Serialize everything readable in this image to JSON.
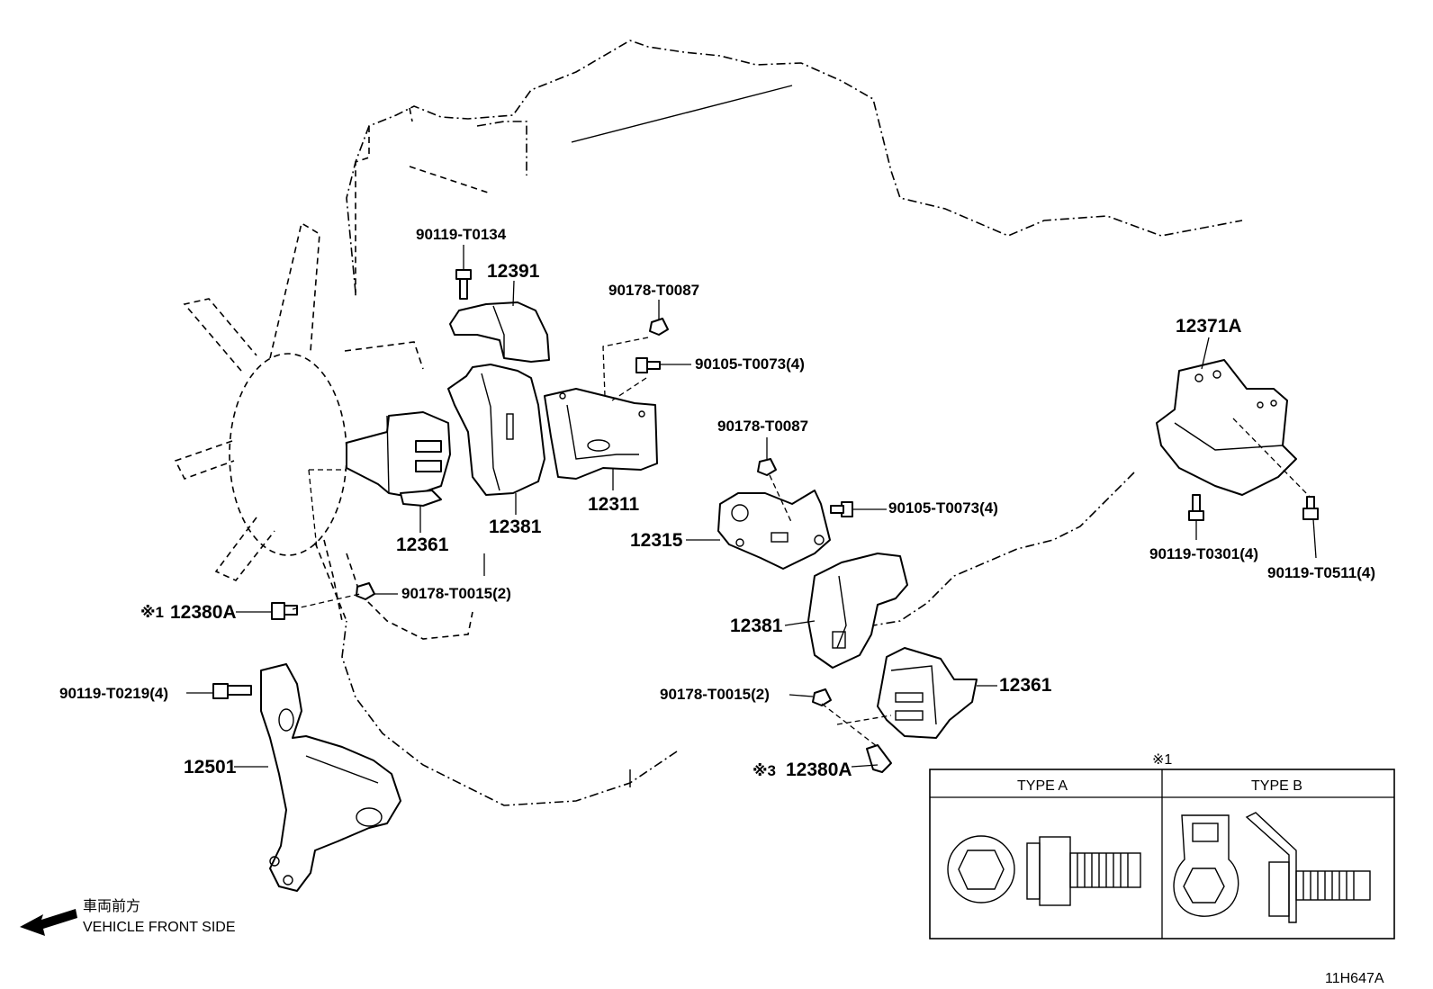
{
  "labels": {
    "bolt_top": "90119-T0134",
    "part_12391": "12391",
    "nut_top": "90178-T0087",
    "bolt_top_right": "90105-T0073(4)",
    "part_12361_left": "12361",
    "part_12381_left": "12381",
    "part_12311": "12311",
    "nut_mid": "90178-T0087",
    "bolt_mid": "90105-T0073(4)",
    "part_12315": "12315",
    "part_12381_right": "12381",
    "part_12361_right": "12361",
    "nut_left": "90178-T0015(2)",
    "stud_left_mark": "※1",
    "stud_left": "12380A",
    "bolt_left": "90119-T0219(4)",
    "part_12501": "12501",
    "nut_right": "90178-T0015(2)",
    "stud_right_mark": "※3",
    "stud_right": "12380A",
    "part_12371A": "12371A",
    "bolt_r1": "90119-T0301(4)",
    "bolt_r2": "90119-T0511(4)"
  },
  "detail_box": {
    "mark": "※1",
    "type_a": "TYPE A",
    "type_b": "TYPE B"
  },
  "direction": {
    "japanese": "車両前方",
    "english": "VEHICLE FRONT SIDE"
  },
  "figure_code": "11H647A"
}
